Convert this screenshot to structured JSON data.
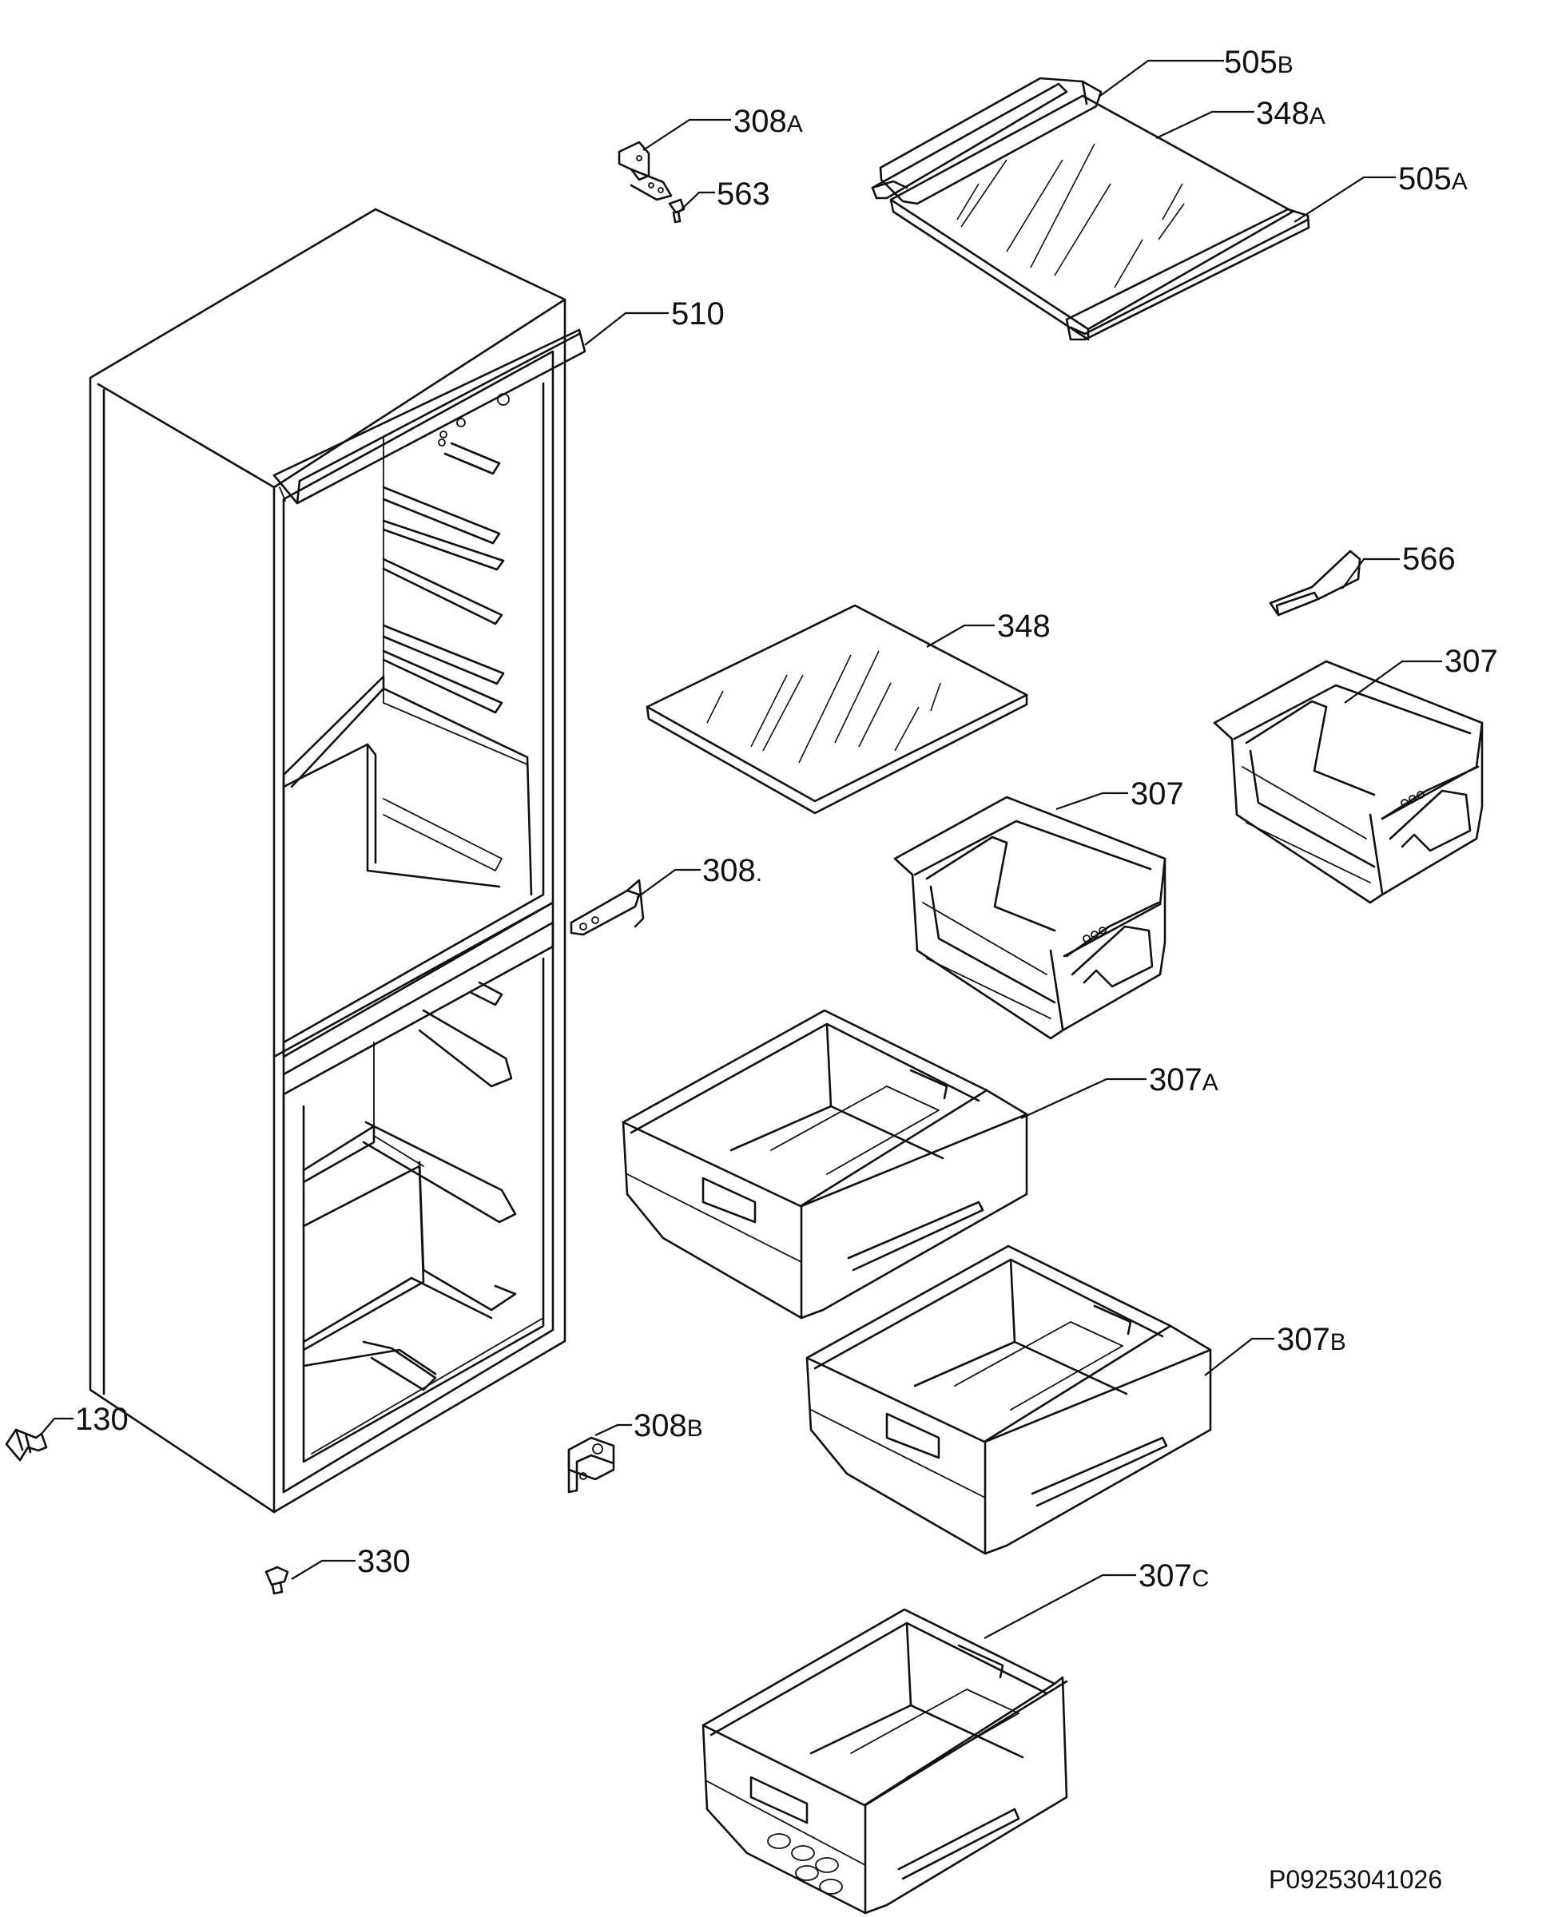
{
  "labels": [
    {
      "id": "505B",
      "num": "505",
      "sfx": "B"
    },
    {
      "id": "308A",
      "num": "308",
      "sfx": "A"
    },
    {
      "id": "348A",
      "num": "348",
      "sfx": "A"
    },
    {
      "id": "563",
      "num": "563",
      "sfx": ""
    },
    {
      "id": "505A",
      "num": "505",
      "sfx": "A"
    },
    {
      "id": "510",
      "num": "510",
      "sfx": ""
    },
    {
      "id": "566",
      "num": "566",
      "sfx": ""
    },
    {
      "id": "348",
      "num": "348",
      "sfx": ""
    },
    {
      "id": "307-upper",
      "num": "307",
      "sfx": ""
    },
    {
      "id": "307-middle",
      "num": "307",
      "sfx": ""
    },
    {
      "id": "308",
      "num": "308",
      "sfx": "."
    },
    {
      "id": "307A",
      "num": "307",
      "sfx": "A"
    },
    {
      "id": "307B",
      "num": "307",
      "sfx": "B"
    },
    {
      "id": "130",
      "num": "130",
      "sfx": ""
    },
    {
      "id": "308B",
      "num": "308",
      "sfx": "B"
    },
    {
      "id": "330",
      "num": "330",
      "sfx": ""
    },
    {
      "id": "307C",
      "num": "307",
      "sfx": "C"
    }
  ],
  "diagram_code": "P09253041026"
}
